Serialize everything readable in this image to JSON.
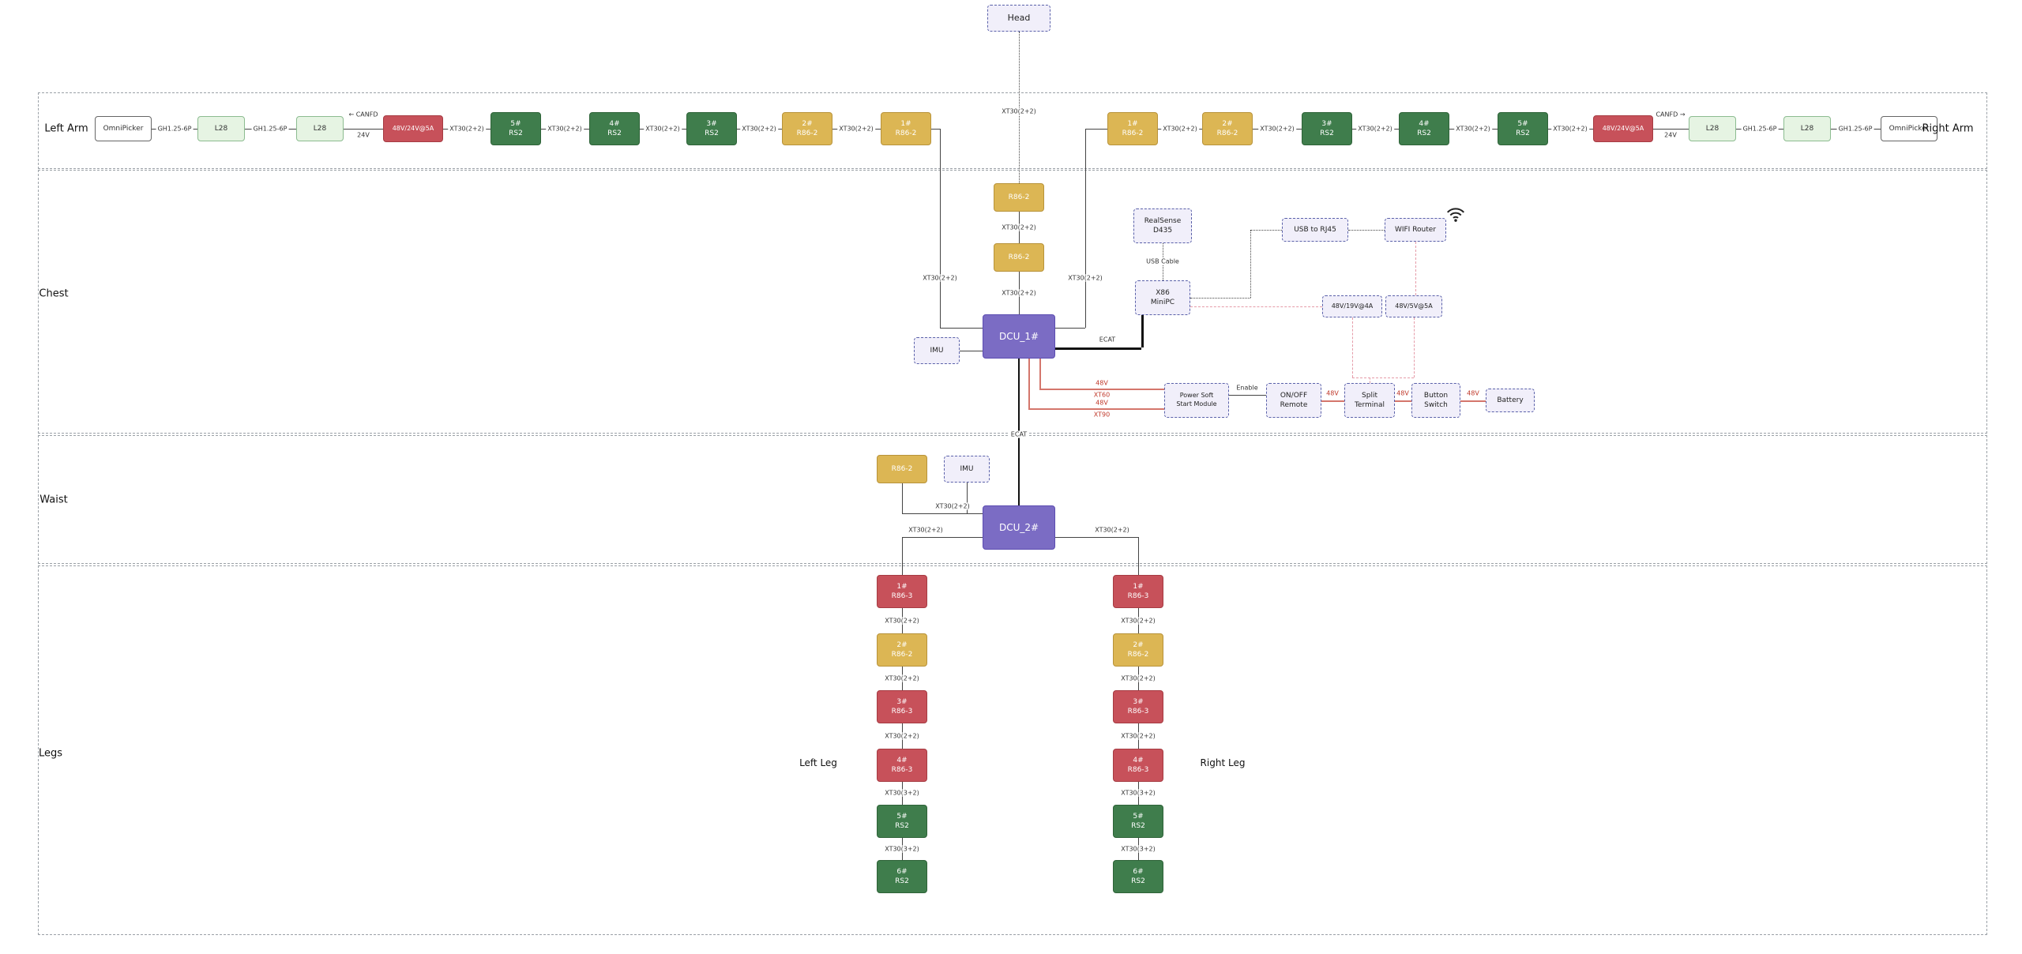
{
  "palette": {
    "gold": "#DCB654",
    "green": "#3F7D4C",
    "red": "#C7515A",
    "purple": "#7B6CC4",
    "light_green": "#E6F4E3",
    "lavender": "#F1EFFA",
    "dash_border": "#5A61A9",
    "wire_pink": "#E59BA8",
    "wire_red": "#D4766C"
  },
  "head": {
    "label": "Head"
  },
  "sections": {
    "left_arm": "Left Arm",
    "right_arm": "Right Arm",
    "chest": "Chest",
    "waist": "Waist",
    "legs": "Legs",
    "left_leg": "Left Leg",
    "right_leg": "Right Leg"
  },
  "left_arm": {
    "nodes": [
      {
        "l1": "OmniPicker"
      },
      {
        "l1": "L28"
      },
      {
        "l1": "L28"
      },
      {
        "l1": "48V/24V@5A"
      },
      {
        "l1": "5#",
        "l2": "RS2"
      },
      {
        "l1": "4#",
        "l2": "RS2"
      },
      {
        "l1": "3#",
        "l2": "RS2"
      },
      {
        "l1": "2#",
        "l2": "R86-2"
      },
      {
        "l1": "1#",
        "l2": "R86-2"
      }
    ],
    "connectors": [
      "GH1.25-6P",
      "GH1.25-6P",
      "XT30(2+2)",
      "XT30(2+2)",
      "XT30(2+2)",
      "XT30(2+2)",
      "XT30(2+2)"
    ],
    "canfd_label": "← CANFD",
    "v24_label": "24V"
  },
  "right_arm": {
    "nodes": [
      {
        "l1": "1#",
        "l2": "R86-2"
      },
      {
        "l1": "2#",
        "l2": "R86-2"
      },
      {
        "l1": "3#",
        "l2": "RS2"
      },
      {
        "l1": "4#",
        "l2": "RS2"
      },
      {
        "l1": "5#",
        "l2": "RS2"
      },
      {
        "l1": "48V/24V@5A"
      },
      {
        "l1": "L28"
      },
      {
        "l1": "L28"
      },
      {
        "l1": "OmniPicker"
      }
    ],
    "connectors": [
      "XT30(2+2)",
      "XT30(2+2)",
      "XT30(2+2)",
      "XT30(2+2)",
      "XT30(2+2)",
      "GH1.25-6P",
      "GH1.25-6P"
    ],
    "canfd_label": "CANFD →",
    "v24_label": "24V"
  },
  "chest": {
    "top_connector": "XT30(2+2)",
    "r86_a": "R86-2",
    "mid_connector_1": "XT30(2+2)",
    "r86_b": "R86-2",
    "mid_connector_2": "XT30(2+2)",
    "dcu1": "DCU_1#",
    "imu": "IMU",
    "left_feed": "XT30(2+2)",
    "right_feed": "XT30(2+2)",
    "ecat": "ECAT",
    "realsense_l1": "RealSense",
    "realsense_l2": "D435",
    "usb_cable": "USB Cable",
    "minipc_l1": "X86",
    "minipc_l2": "MiniPC",
    "usb_rj45": "USB to RJ45",
    "wifi_router": "WIFI Router",
    "brick_19v": "48V/19V@4A",
    "brick_5v": "48V/5V@5A",
    "power": {
      "v48_1": "48V",
      "xt60": "XT60",
      "v48_2": "48V",
      "xt90": "XT90",
      "soft_l1": "Power Soft",
      "soft_l2": "Start Module",
      "enable": "Enable",
      "onoff_l1": "ON/OFF",
      "onoff_l2": "Remote",
      "v48_a": "48V",
      "split_l1": "Split",
      "split_l2": "Terminal",
      "v48_b": "48V",
      "button_l1": "Button",
      "button_l2": "Switch",
      "v48_c": "48V",
      "battery": "Battery"
    }
  },
  "waist": {
    "motor": "R86-2",
    "imu": "IMU",
    "conn_motor": "XT30(2+2)",
    "dcu2": "DCU_2#",
    "ecat": "ECAT",
    "conn_left": "XT30(2+2)",
    "conn_right": "XT30(2+2)"
  },
  "legs": {
    "left": {
      "nodes": [
        {
          "l1": "1#",
          "l2": "R86-3"
        },
        {
          "l1": "2#",
          "l2": "R86-2"
        },
        {
          "l1": "3#",
          "l2": "R86-3"
        },
        {
          "l1": "4#",
          "l2": "R86-3"
        },
        {
          "l1": "5#",
          "l2": "RS2"
        },
        {
          "l1": "6#",
          "l2": "RS2"
        }
      ],
      "connectors": [
        "XT30(2+2)",
        "XT30(2+2)",
        "XT30(2+2)",
        "XT30(3+2)",
        "XT30(3+2)"
      ]
    },
    "right": {
      "nodes": [
        {
          "l1": "1#",
          "l2": "R86-3"
        },
        {
          "l1": "2#",
          "l2": "R86-2"
        },
        {
          "l1": "3#",
          "l2": "R86-3"
        },
        {
          "l1": "4#",
          "l2": "R86-3"
        },
        {
          "l1": "5#",
          "l2": "RS2"
        },
        {
          "l1": "6#",
          "l2": "RS2"
        }
      ],
      "connectors": [
        "XT30(2+2)",
        "XT30(2+2)",
        "XT30(2+2)",
        "XT30(3+2)",
        "XT30(3+2)"
      ]
    }
  }
}
